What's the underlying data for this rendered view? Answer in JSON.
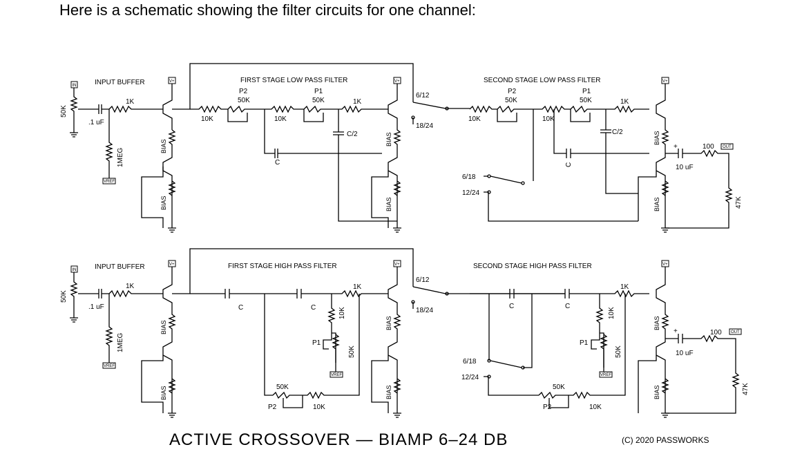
{
  "intro_text": "Here is a schematic showing the filter circuits for one channel:",
  "title": "ACTIVE CROSSOVER — BIAMP 6–24 DB",
  "copyright": "(C) 2020 PASSWORKS",
  "top": {
    "input_buffer": "INPUT BUFFER",
    "first_stage": "FIRST STAGE LOW PASS FILTER",
    "second_stage": "SECOND STAGE LOW PASS FILTER",
    "in_tag": "IN",
    "vplus": "V+",
    "vref": "VREF",
    "out_tag": "OUT",
    "pot_in": "50K",
    "cap_in": ".1 uF",
    "r_in": "1K",
    "r_bias": "1MEG",
    "bias": "BIAS",
    "p2": "P2",
    "p1": "P1",
    "p2v": "50K",
    "p1v": "50K",
    "r10k_a": "10K",
    "r10k_b": "10K",
    "r1k_a": "1K",
    "c": "C",
    "c2": "C/2",
    "sw_a": "6/12",
    "sw_b": "18/24",
    "s2_p2": "P2",
    "s2_p1": "P1",
    "s2_p2v": "50K",
    "s2_p1v": "50K",
    "s2_r10k_a": "10K",
    "s2_r10k_b": "10K",
    "s2_r1k": "1K",
    "s2_c": "C",
    "s2_c2": "C/2",
    "sw2_a": "6/18",
    "sw2_b": "12/24",
    "out_cap": "10 uF",
    "out_r": "100",
    "out_load": "47K"
  },
  "bottom": {
    "input_buffer": "INPUT BUFFER",
    "first_stage": "FIRST STAGE HIGH PASS FILTER",
    "second_stage": "SECOND STAGE HIGH PASS FILTER",
    "in_tag": "IN",
    "vplus": "V+",
    "vref": "VREF",
    "out_tag": "OUT",
    "pot_in": "50K",
    "cap_in": ".1 uF",
    "r_in": "1K",
    "r_bias": "1MEG",
    "bias": "BIAS",
    "c_a": "C",
    "c_b": "C",
    "r1k": "1K",
    "r10k_v": "10K",
    "p1": "P1",
    "p1v": "50K",
    "p2": "P2",
    "p2v": "50K",
    "r10k_h": "10K",
    "sw_a": "6/12",
    "sw_b": "18/24",
    "s2_c_a": "C",
    "s2_c_b": "C",
    "s2_r1k": "1K",
    "s2_r10k_v": "10K",
    "s2_p1": "P1",
    "s2_p1v": "50K",
    "s2_p2": "P2",
    "s2_p2v": "50K",
    "s2_r10k_h": "10K",
    "sw2_a": "6/18",
    "sw2_b": "12/24",
    "out_cap": "10 uF",
    "out_r": "100",
    "out_load": "47K"
  }
}
